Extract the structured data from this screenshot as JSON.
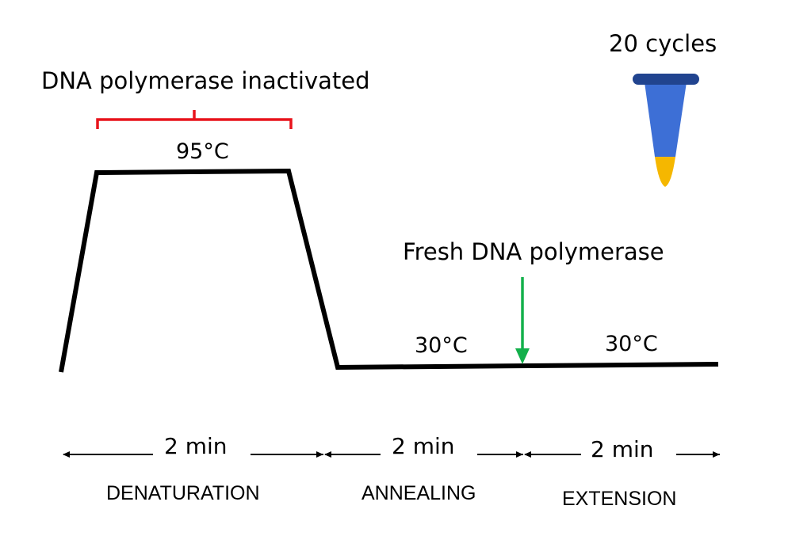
{
  "diagram": {
    "title_top_left": "DNA polymerase inactivated",
    "cycles_label": "20 cycles",
    "fresh_label": "Fresh DNA polymerase",
    "temps": {
      "denaturation": "95°C",
      "annealing": "30°C",
      "extension": "30°C"
    },
    "durations": {
      "denaturation": "2 min",
      "annealing": "2 min",
      "extension": "2 min"
    },
    "phases": {
      "denaturation": "DENATURATION",
      "annealing": "ANNEALING",
      "extension": "EXTENSION"
    },
    "colors": {
      "profile_line": "#000000",
      "bracket": "#e8141c",
      "arrow_fresh": "#13b04b",
      "tube_body": "#3d6fd6",
      "tube_cap": "#21448f",
      "tube_liquid": "#f5b700"
    },
    "icons": {
      "tube": "pcr-tube-icon",
      "bracket": "bracket-icon",
      "arrow": "down-arrow-icon"
    }
  }
}
